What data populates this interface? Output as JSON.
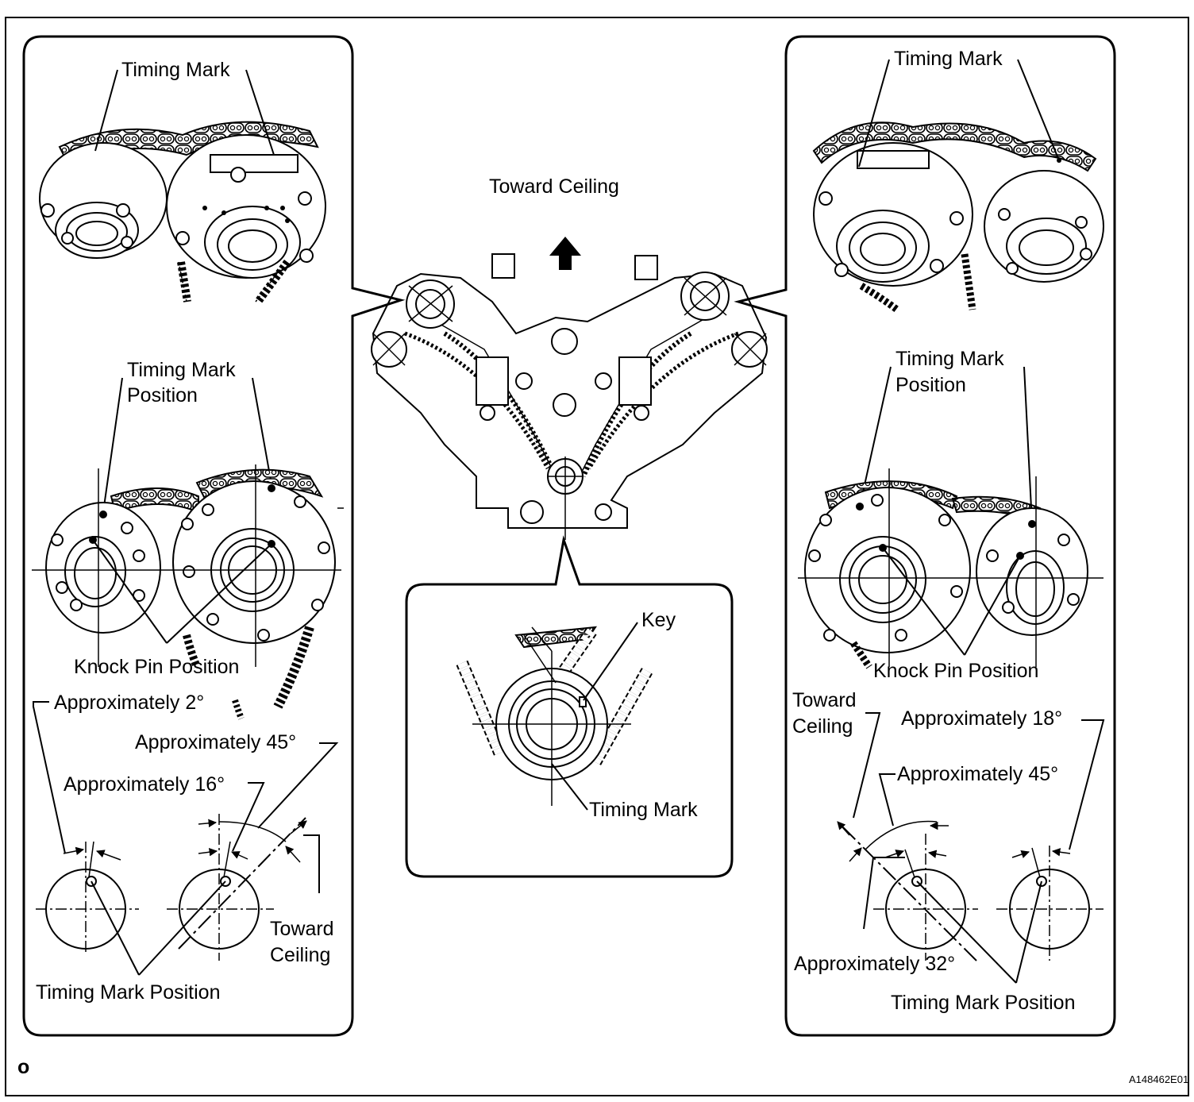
{
  "labels": {
    "toward_ceiling_top": "Toward Ceiling",
    "left": {
      "timing_mark": "Timing Mark",
      "timing_mark_position_1": "Timing Mark",
      "timing_mark_position_2": "Position",
      "knock_pin_position": "Knock Pin Position",
      "approx_2": "Approximately 2°",
      "approx_45": "Approximately 45°",
      "approx_16": "Approximately 16°",
      "toward_ceiling_1": "Toward",
      "toward_ceiling_2": "Ceiling",
      "timing_mark_position_bottom": "Timing Mark Position"
    },
    "center": {
      "key": "Key",
      "timing_mark": "Timing Mark"
    },
    "right": {
      "timing_mark": "Timing Mark",
      "timing_mark_position_1": "Timing Mark",
      "timing_mark_position_2": "Position",
      "knock_pin_position": "Knock Pin Position",
      "toward_ceiling_1": "Toward",
      "toward_ceiling_2": "Ceiling",
      "approx_18": "Approximately 18°",
      "approx_45": "Approximately 45°",
      "approx_32": "Approximately 32°",
      "timing_mark_position_bottom": "Timing Mark Position"
    },
    "corner_o": "o",
    "figure_id": "A148462E01"
  }
}
